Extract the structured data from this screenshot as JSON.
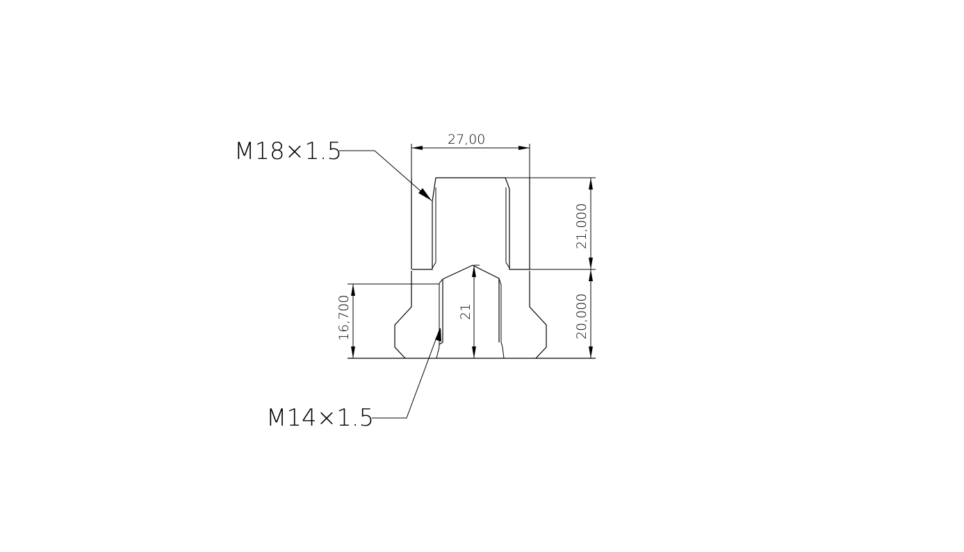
{
  "drawing": {
    "background": "#ffffff",
    "line_color": "#000000",
    "part": "threaded-bushing-cross-section",
    "callouts": {
      "top_thread": "M18×1.5",
      "bottom_thread": "M14×1.5"
    },
    "dimensions": {
      "overall_width": "27,00",
      "upper_height": "21,000",
      "lower_height": "20,000",
      "inner_left_height": "16,700",
      "center_bore_depth": "21"
    }
  }
}
